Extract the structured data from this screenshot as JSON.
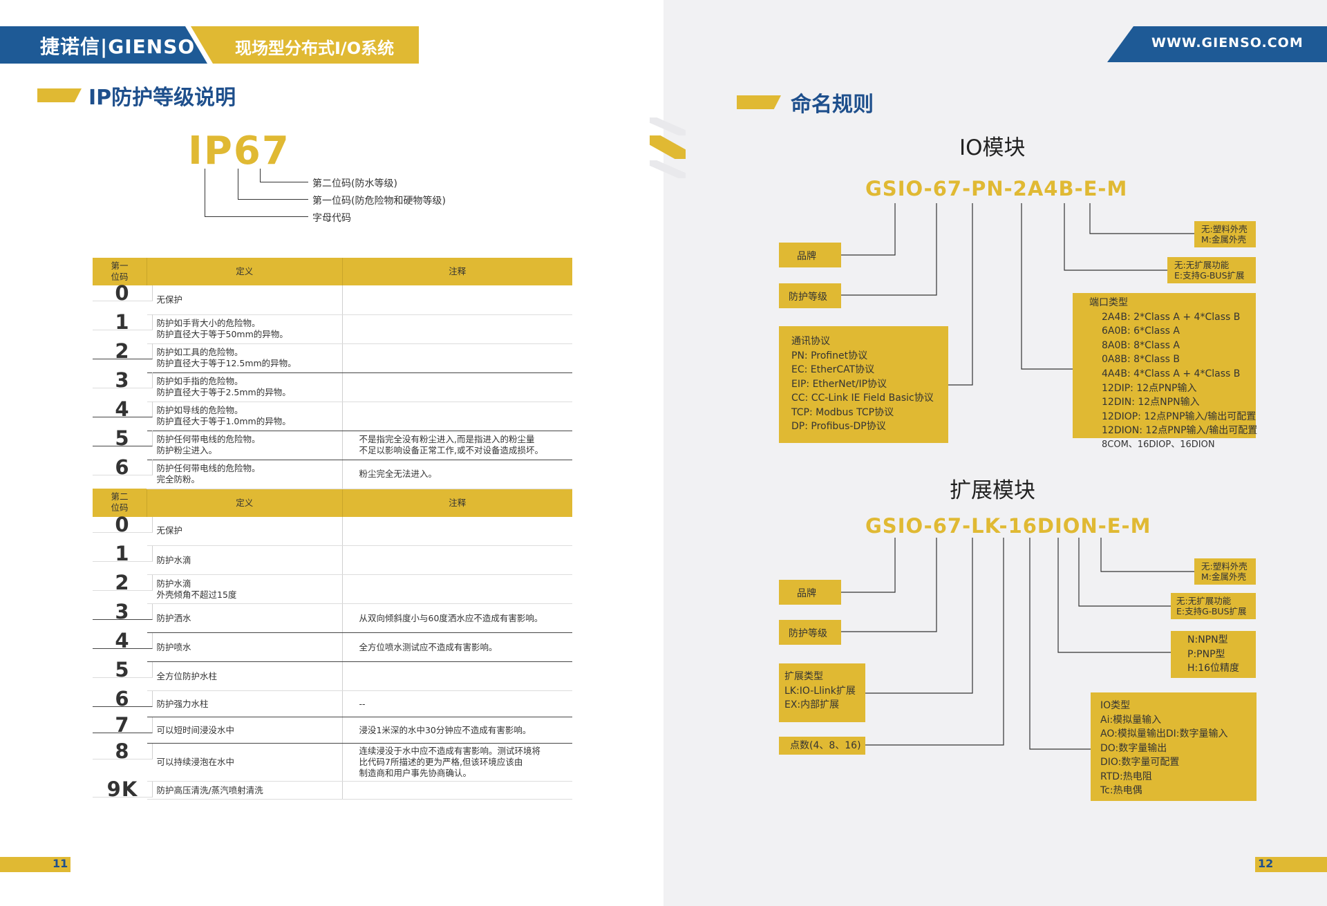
{
  "header": {
    "brand": "捷诺信|GIENSO",
    "product_line": "现场型分布式I/O系统",
    "website": "WWW.GIENSO.COM"
  },
  "left": {
    "section_title": "IP防护等级说明",
    "ip_code": "IP67",
    "ip_labels": {
      "second_digit": "第二位码(防水等级)",
      "first_digit": "第一位码(防危险物和硬物等级)",
      "letters": "字母代码"
    },
    "table": {
      "first_header": [
        "第一\n位码",
        "定义",
        "注释"
      ],
      "first_rows": [
        {
          "code": "0",
          "def": "无保护",
          "note": ""
        },
        {
          "code": "1",
          "def": "防护如手背大小的危险物。\n防护直径大于等于50mm的异物。",
          "note": ""
        },
        {
          "code": "2",
          "def": "防护如工具的危险物。\n防护直径大于等于12.5mm的异物。",
          "note": ""
        },
        {
          "code": "3",
          "def": "防护如手指的危险物。\n防护直径大于等于2.5mm的异物。",
          "note": ""
        },
        {
          "code": "4",
          "def": "防护如导线的危险物。\n防护直径大于等于1.0mm的异物。",
          "note": ""
        },
        {
          "code": "5",
          "def": "防护任何带电线的危险物。\n防护粉尘进入。",
          "note": "不是指完全没有粉尘进入,而是指进入的粉尘量\n不足以影响设备正常工作,或不对设备造成损坏。"
        },
        {
          "code": "6",
          "def": "防护任何带电线的危险物。\n完全防粉。",
          "note": "粉尘完全无法进入。"
        }
      ],
      "second_header": [
        "第二\n位码",
        "定义",
        "注释"
      ],
      "second_rows": [
        {
          "code": "0",
          "def": "无保护",
          "note": ""
        },
        {
          "code": "1",
          "def": "防护水滴",
          "note": ""
        },
        {
          "code": "2",
          "def": "防护水滴\n外壳倾角不超过15度",
          "note": ""
        },
        {
          "code": "3",
          "def": "防护洒水",
          "note": "从双向倾斜度小与60度洒水应不造成有害影响。"
        },
        {
          "code": "4",
          "def": "防护喷水",
          "note": "全方位喷水测试应不造成有害影响。"
        },
        {
          "code": "5",
          "def": "全方位防护水柱",
          "note": ""
        },
        {
          "code": "6",
          "def": "防护强力水柱",
          "note": "--"
        },
        {
          "code": "7",
          "def": "可以短时间浸没水中",
          "note": "浸没1米深的水中30分钟应不造成有害影响。"
        },
        {
          "code": "8",
          "def": "可以持续浸泡在水中",
          "note": "连续浸没于水中应不造成有害影响。测试环境将\n比代码7所描述的更为严格,但该环境应该由\n制造商和用户事先协商确认。"
        },
        {
          "code": "9K",
          "def": "防护高压清洗/蒸汽喷射清洗",
          "note": ""
        }
      ]
    },
    "page_number": "11"
  },
  "right": {
    "section_title": "命名规则",
    "io": {
      "title": "IO模块",
      "code": "GSIO-67-PN-2A4B-E-M",
      "brand": "品牌",
      "protection": "防护等级",
      "protocol": [
        "通讯协议",
        "PN: Profinet协议",
        "EC: EtherCAT协议",
        "EIP: EtherNet/IP协议",
        "CC: CC-Link IE Field Basic协议",
        "TCP: Modbus TCP协议",
        "DP: Profibus-DP协议"
      ],
      "port_type": [
        "端口类型",
        "2A4B: 2*Class A + 4*Class B",
        "6A0B: 6*Class A",
        "8A0B: 8*Class A",
        "0A8B: 8*Class B",
        "4A4B: 4*Class A + 4*Class B",
        "12DIP: 12点PNP输入",
        "12DIN: 12点NPN输入",
        "12DIOP: 12点PNP输入/输出可配置",
        "12DION: 12点PNP输入/输出可配置",
        "8COM、16DIOP、16DION"
      ],
      "expansion": [
        "无:无扩展功能",
        "E:支持G-BUS扩展"
      ],
      "housing": [
        "无:塑料外壳",
        "M:金属外壳"
      ]
    },
    "ext": {
      "title": "扩展模块",
      "code": "GSIO-67-LK-16DION-E-M",
      "brand": "品牌",
      "protection": "防护等级",
      "ext_type": [
        "扩展类型",
        "LK:IO-Llink扩展",
        "EX:内部扩展"
      ],
      "points": "点数(4、8、16)",
      "io_type": [
        "IO类型",
        "Ai:模拟量输入",
        "AO:模拟量输出DI:数字量输入",
        "DO:数字量输出",
        "DIO:数字量可配置",
        "RTD:热电阻",
        "Tc:热电偶"
      ],
      "polarity": [
        "N:NPN型",
        "P:PNP型",
        "H:16位精度"
      ],
      "expansion": [
        "无:无扩展功能",
        "E:支持G-BUS扩展"
      ],
      "housing": [
        "无:塑料外壳",
        "M:金属外壳"
      ]
    },
    "page_number": "12"
  },
  "colors": {
    "accent_yellow": "#e0b933",
    "brand_blue": "#1e5a96"
  }
}
